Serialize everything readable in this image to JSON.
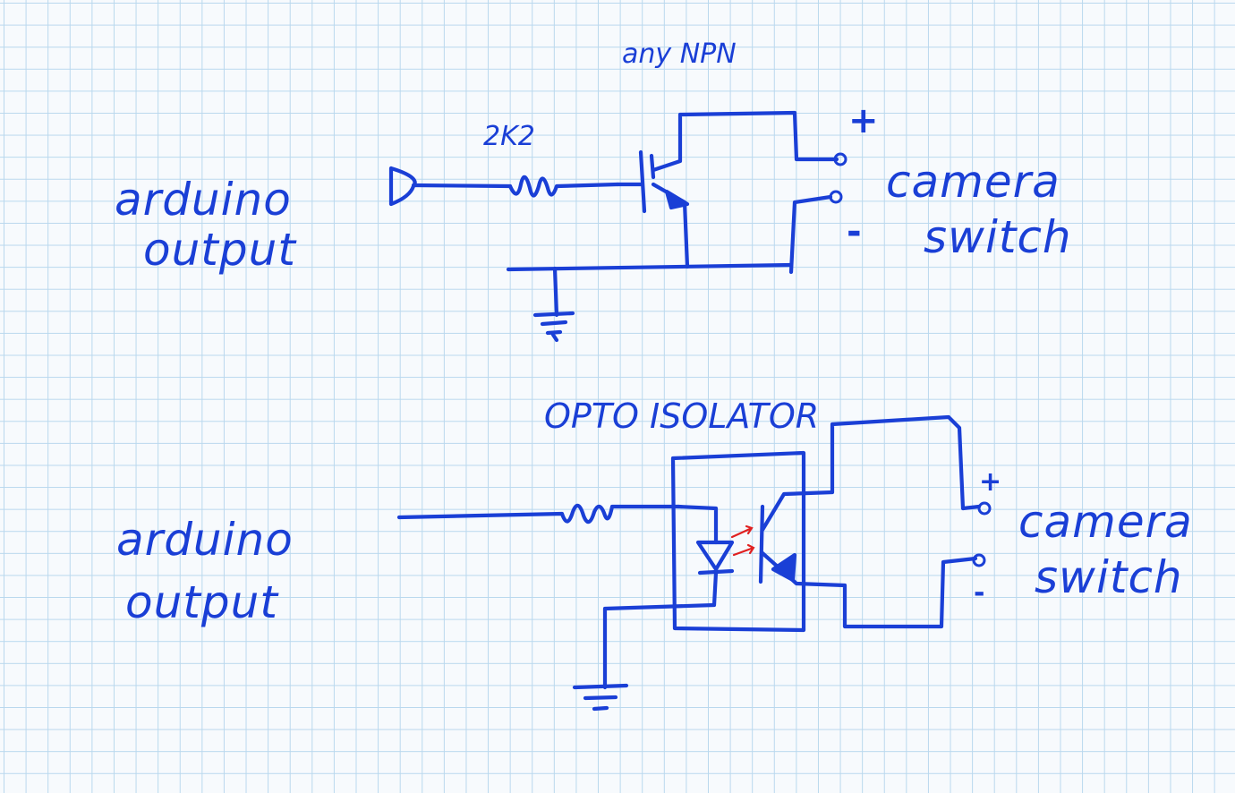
{
  "circuit_1": {
    "title": "any NPN",
    "resistor_value": "2K2",
    "input_label_line1": "arduino",
    "input_label_line2": "output",
    "plus": "+",
    "minus": "-",
    "output_label_line1": "camera",
    "output_label_line2": "switch"
  },
  "circuit_2": {
    "title": "OPTO ISOLATOR",
    "input_label_line1": "arduino",
    "input_label_line2": "output",
    "plus": "+",
    "minus": "-",
    "output_label_line1": "camera",
    "output_label_line2": "switch"
  },
  "colors": {
    "ink": "#1a3fd6",
    "grid": "#b9d8ee",
    "paper": "#f7fafd",
    "accent_red": "#e02020"
  }
}
